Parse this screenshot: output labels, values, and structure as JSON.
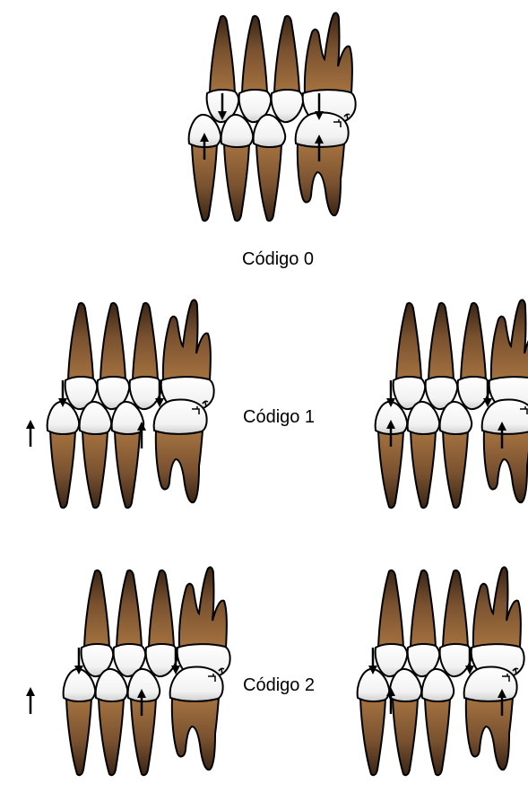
{
  "labels": {
    "code_0": "Código 0",
    "code_1": "Código 1",
    "code_2": "Código 2"
  },
  "colors": {
    "root_light": "#a67340",
    "root_dark": "#3a2516",
    "crown": "#ffffff",
    "crown_shade": "#cfcfcf",
    "outline": "#000000"
  },
  "icons": {
    "arrow_down": "arrow-down-icon",
    "arrow_up": "arrow-up-icon"
  }
}
